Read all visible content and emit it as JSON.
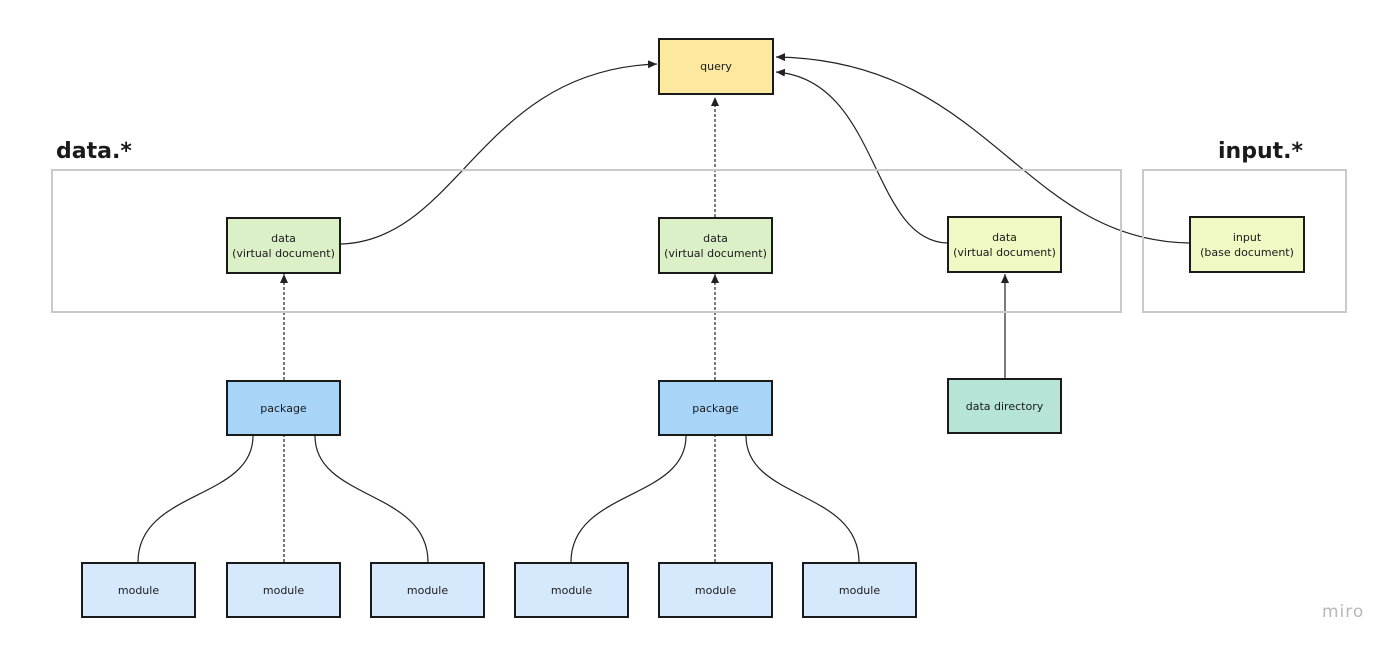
{
  "colors": {
    "query": "#fde89f",
    "data_virtual": "#dcf0c8",
    "data_virtual_dir": "#f0f8c4",
    "input_base": "#f0f8c4",
    "package": "#a8d4f8",
    "module": "#d6e8fb",
    "data_directory": "#b6e4d6",
    "group_border": "#c9c9c9"
  },
  "groups": {
    "data_label": "data.*",
    "input_label": "input.*"
  },
  "nodes": {
    "query": "query",
    "data_left": "data\n(virtual document)",
    "data_middle": "data\n(virtual document)",
    "data_right": "data\n(virtual document)",
    "input": "input\n(base document)",
    "package_left": "package",
    "package_middle": "package",
    "data_directory": "data directory",
    "modules": [
      "module",
      "module",
      "module",
      "module",
      "module",
      "module"
    ]
  },
  "watermark": "miro"
}
